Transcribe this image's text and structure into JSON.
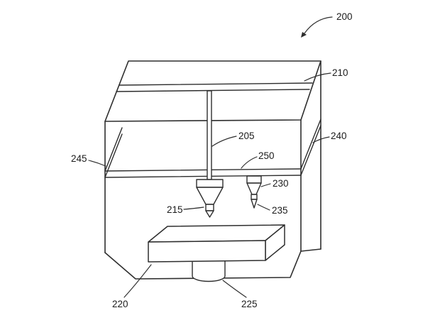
{
  "figure": {
    "type": "patent-line-drawing",
    "subject": "printer-assembly-isometric-box",
    "background_color": "#ffffff",
    "line_color": "#2e2e2e",
    "reference_numerals": {
      "assembly": "200",
      "vertical_rod": "205",
      "top_rail": "210",
      "left_print_head_nozzle": "215",
      "platform": "220",
      "pedestal": "225",
      "right_print_head": "230",
      "right_nozzle": "235",
      "right_side_rail": "240",
      "left_side_rail": "245",
      "cross_rail": "250"
    }
  }
}
